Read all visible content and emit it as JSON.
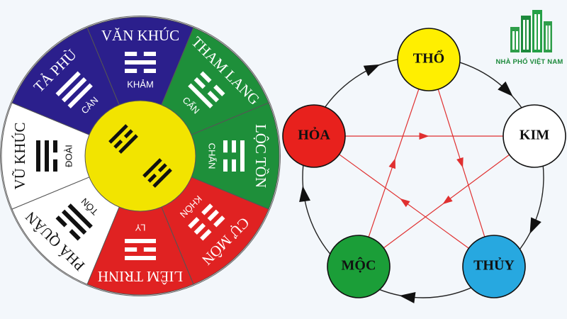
{
  "brand": {
    "name": "NHÀ PHỐ VIỆT NAM",
    "color": "#1d8a3c"
  },
  "bagua_wheel": {
    "sectors": [
      {
        "star": "VĂN KHÚC",
        "trigram": "KHẢM",
        "color": "#2b1f8c",
        "lines": [
          0,
          1,
          0
        ]
      },
      {
        "star": "THAM LANG",
        "trigram": "CẤN",
        "color": "#1e8f3a",
        "lines": [
          1,
          0,
          0
        ]
      },
      {
        "star": "LỘC TỒN",
        "trigram": "CHẤN",
        "color": "#1e8f3a",
        "lines": [
          0,
          0,
          1
        ]
      },
      {
        "star": "CỰ MÔN",
        "trigram": "KHÔN",
        "color": "#e02222",
        "lines": [
          0,
          0,
          0
        ]
      },
      {
        "star": "LIÊM TRINH",
        "trigram": "LY",
        "color": "#e02222",
        "lines": [
          1,
          0,
          1
        ]
      },
      {
        "star": "PHÁ QUÂN",
        "trigram": "TỐN",
        "color": "#ffffff",
        "lines": [
          1,
          1,
          0
        ]
      },
      {
        "star": "VŨ KHÚC",
        "trigram": "ĐOÀI",
        "color": "#ffffff",
        "lines": [
          0,
          1,
          1
        ]
      },
      {
        "star": "TẢ PHÙ",
        "trigram": "CÀN",
        "color": "#2b1f8c",
        "lines": [
          1,
          1,
          1
        ]
      }
    ],
    "center_color": "#f2e400"
  },
  "five_elements": {
    "nodes": [
      {
        "label": "THỔ",
        "color": "#ffef00"
      },
      {
        "label": "KIM",
        "color": "#ffffff"
      },
      {
        "label": "THỦY",
        "color": "#27a8e0"
      },
      {
        "label": "MỘC",
        "color": "#1b9e38"
      },
      {
        "label": "HỎA",
        "color": "#e8211d"
      }
    ],
    "generating_color": "#111111",
    "overcoming_color": "#e03030"
  }
}
